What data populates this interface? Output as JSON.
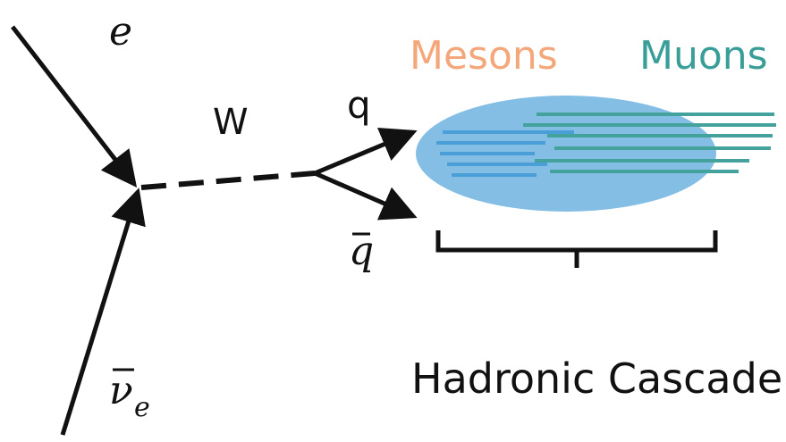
{
  "labels": {
    "electron": "e",
    "antineutrino_symbol": "ν",
    "antineutrino_subscript": "e",
    "boson": "W",
    "quark": "q",
    "antiquark": "q",
    "mesons": "Mesons",
    "muons": "Muons",
    "cascade": "Hadronic Cascade"
  },
  "colors": {
    "ink": "#111111",
    "mesons": "#f5a77c",
    "muons": "#3a9e98",
    "blob": "#6fb3e0",
    "meson_track": "#4a9fd8",
    "muon_track": "#43a39c"
  }
}
